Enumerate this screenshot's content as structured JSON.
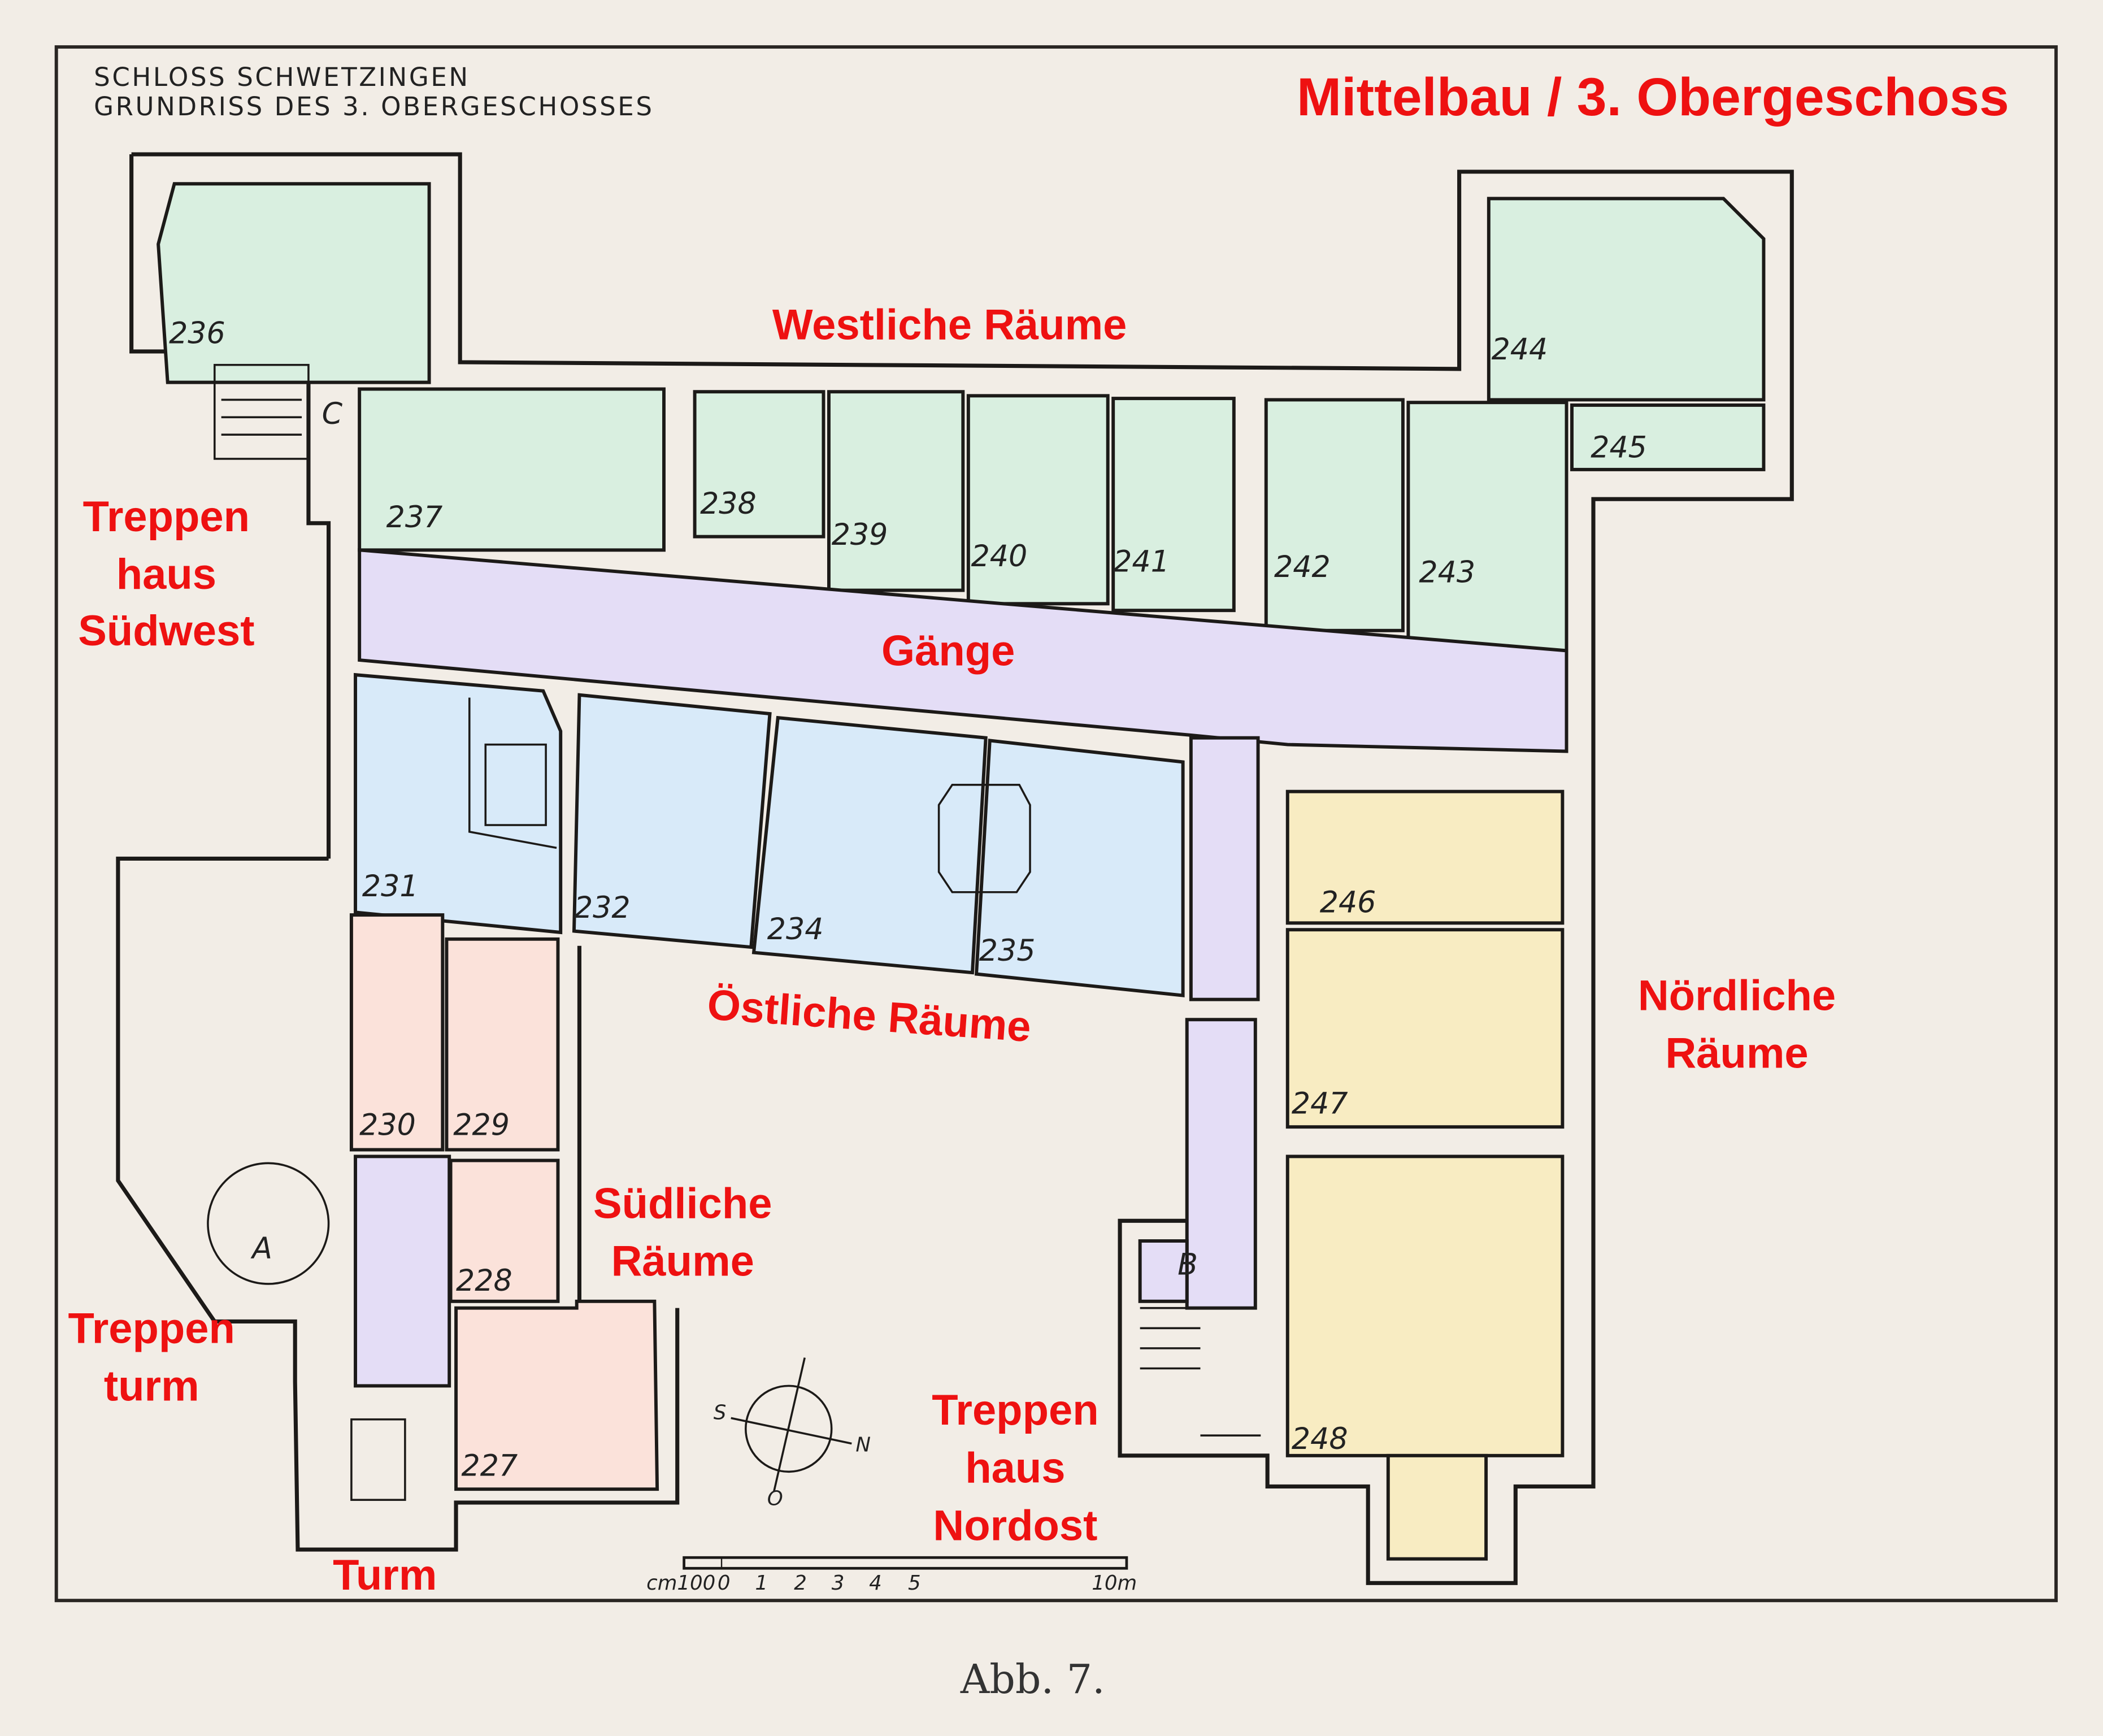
{
  "header": {
    "line1": "SCHLOSS SCHWETZINGEN",
    "line2": "GRUNDRISS DES 3. OBERGESCHOSSES"
  },
  "title": "Mittelbau / 3. Obergeschoss",
  "labels": {
    "westliche": "Westliche Räume",
    "gaenge": "Gänge",
    "oestliche": "Östliche Räume",
    "noerdliche": [
      "Nördliche",
      "Räume"
    ],
    "suedliche": [
      "Südliche",
      "Räume"
    ],
    "treppenhaus_suedwest": [
      "Treppen",
      "haus",
      "Südwest"
    ],
    "treppenturm": [
      "Treppen",
      "turm"
    ],
    "treppenhaus_nordost": [
      "Treppen",
      "haus",
      "Nordost"
    ],
    "turm": "Turm"
  },
  "rooms": {
    "r227": "227",
    "r228": "228",
    "r229": "229",
    "r230": "230",
    "r231": "231",
    "r232": "232",
    "r234": "234",
    "r235": "235",
    "r236": "236",
    "r237": "237",
    "r238": "238",
    "r239": "239",
    "r240": "240",
    "r241": "241",
    "r242": "242",
    "r243": "243",
    "r244": "244",
    "r245": "245",
    "r246": "246",
    "r247": "247",
    "r248": "248"
  },
  "stair_letters": {
    "a": "A",
    "b": "B",
    "c": "C"
  },
  "compass": {
    "n": "N",
    "s": "S",
    "o": "O"
  },
  "scale": {
    "ticks": [
      "cm100",
      "0",
      "1",
      "2",
      "3",
      "4",
      "5",
      "10m"
    ]
  },
  "caption": "Abb. 7.",
  "colors": {
    "west": "#d9efe0",
    "corridor": "#e4ddf6",
    "east": "#d8eaf9",
    "north": "#f8ecc2",
    "south": "#fbe2da",
    "label": "#ee1111"
  }
}
